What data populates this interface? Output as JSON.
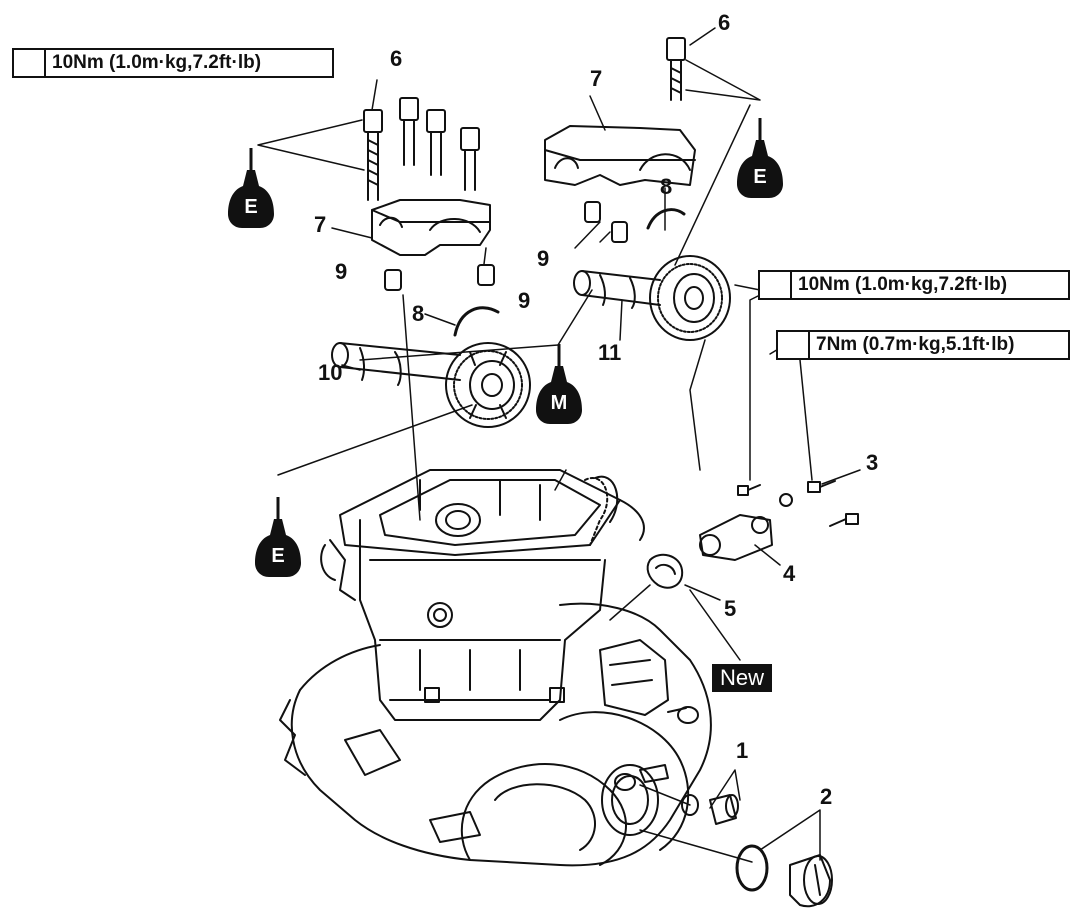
{
  "torque_specs": {
    "upper_left": "10Nm (1.0m·kg,7.2ft·lb)",
    "right_upper": "10Nm (1.0m·kg,7.2ft·lb)",
    "right_lower": "7Nm (0.7m·kg,5.1ft·lb)"
  },
  "callouts": {
    "c1": "1",
    "c2": "2",
    "c3": "3",
    "c4": "4",
    "c5": "5",
    "c6_left": "6",
    "c6_right": "6",
    "c7_left": "7",
    "c7_right": "7",
    "c8_left": "8",
    "c8_right": "8",
    "c9_left_a": "9",
    "c9_left_b": "9",
    "c9_right": "9",
    "c10": "10",
    "c11": "11"
  },
  "lubricant_marks": {
    "e_upper_left": "E",
    "e_upper_right": "E",
    "e_lower_left": "E",
    "m_center": "M"
  },
  "badges": {
    "new": "New"
  },
  "colors": {
    "ink": "#111111",
    "paper": "#ffffff"
  }
}
